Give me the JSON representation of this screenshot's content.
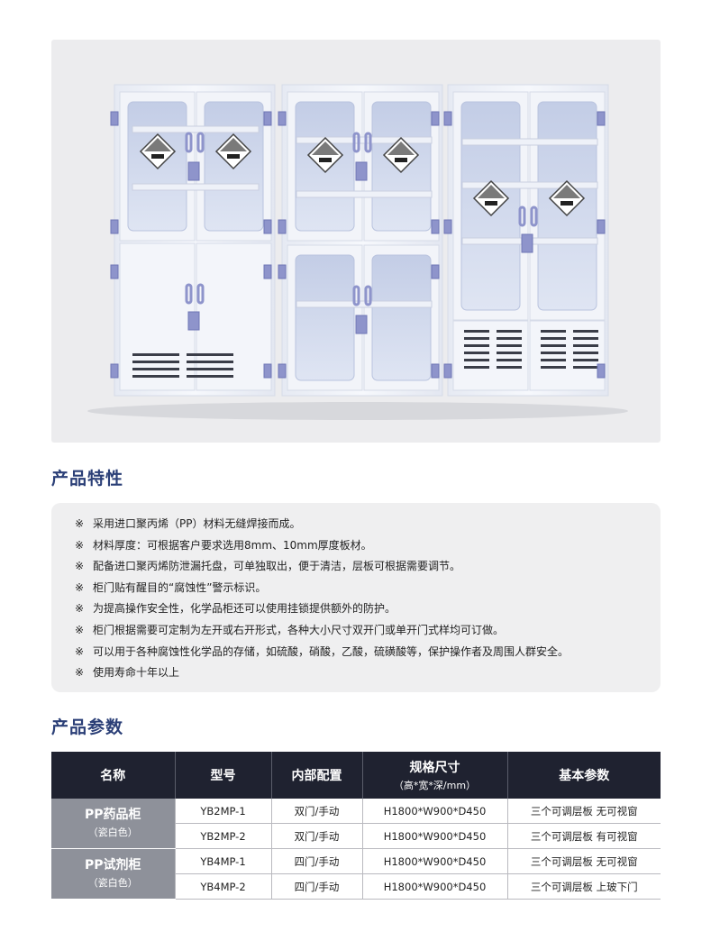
{
  "image": {
    "icon": "chemical-cabinet-photo",
    "body_color": "#f4f6fb",
    "frame_color": "#d6dbe8",
    "hinge_color": "#8e94cb",
    "glass_color": "#c7d2ea",
    "warning_label_color": "#7a7a7a"
  },
  "features": {
    "title": "产品特性",
    "mark": "※",
    "items": [
      "采用进口聚丙烯（PP）材料无缝焊接而成。",
      "材料厚度：可根据客户要求选用8mm、10mm厚度板材。",
      "配备进口聚丙烯防泄漏托盘，可单独取出，便于清洁，层板可根据需要调节。",
      "柜门贴有醒目的“腐蚀性”警示标识。",
      "为提高操作安全性，化学品柜还可以使用挂锁提供额外的防护。",
      "柜门根据需要可定制为左开或右开形式，各种大小尺寸双开门或单开门式样均可订做。",
      "可以用于各种腐蚀性化学品的存储，如硫酸，硝酸，乙酸，硫磺酸等，保护操作者及周围人群安全。",
      "使用寿命十年以上"
    ]
  },
  "params": {
    "title": "产品参数",
    "header": {
      "name": "名称",
      "model": "型号",
      "config": "内部配置",
      "size": "规格尺寸",
      "size_unit": "（高*宽*深/mm）",
      "basic": "基本参数"
    },
    "groups": [
      {
        "name": "PP药品柜",
        "sub": "（瓷白色）",
        "rows": [
          {
            "model": "YB2MP-1",
            "config": "双门/手动",
            "size": "H1800*W900*D450",
            "basic": "三个可调层板 无可视窗"
          },
          {
            "model": "YB2MP-2",
            "config": "双门/手动",
            "size": "H1800*W900*D450",
            "basic": "三个可调层板 有可视窗"
          }
        ]
      },
      {
        "name": "PP试剂柜",
        "sub": "（瓷白色）",
        "rows": [
          {
            "model": "YB4MP-1",
            "config": "四门/手动",
            "size": "H1800*W900*D450",
            "basic": "三个可调层板 无可视窗"
          },
          {
            "model": "YB4MP-2",
            "config": "四门/手动",
            "size": "H1800*W900*D450",
            "basic": "三个可调层板 上玻下门"
          }
        ]
      }
    ],
    "colors": {
      "header_bg": "#1f2230",
      "name_bg": "#8e919a",
      "title": "#2b3f77"
    }
  }
}
